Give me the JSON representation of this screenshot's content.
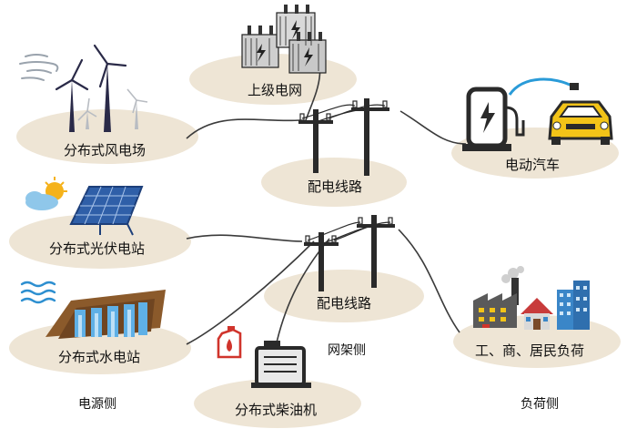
{
  "nodes": {
    "upper_grid": "上级电网",
    "wind_farm": "分布式风电场",
    "distribution_line_1": "配电线路",
    "ev": "电动汽车",
    "solar_station": "分布式光伏电站",
    "distribution_line_2": "配电线路",
    "hydro_station": "分布式水电站",
    "diesel_generator": "分布式柴油机",
    "loads": "工、商、居民负荷"
  },
  "sides": {
    "source": "电源侧",
    "grid": "网架侧",
    "load": "负荷侧"
  },
  "colors": {
    "ellipse": "#eee5d5",
    "line": "#3b3b3b",
    "pole": "#2a2a2a",
    "solar_blue": "#2f5fa8",
    "accent_red": "#d0342c",
    "car_yellow": "#f3c418",
    "water": "#3a86c8"
  }
}
